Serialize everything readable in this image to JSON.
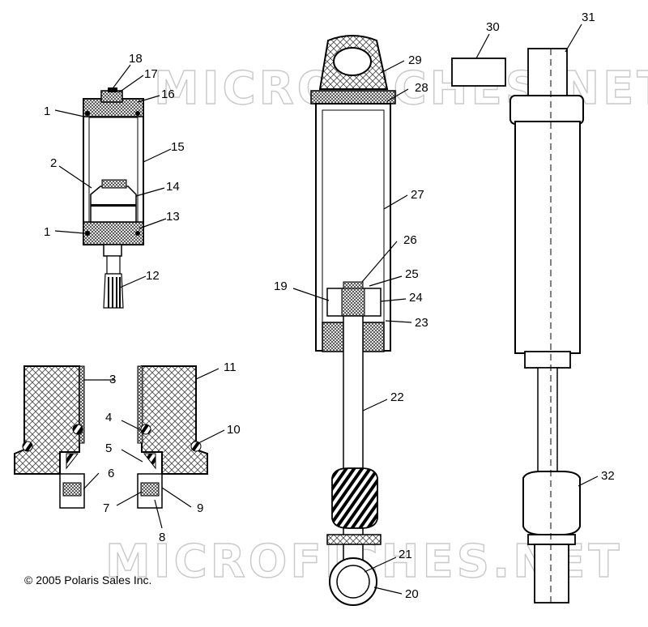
{
  "diagram": {
    "copyright": "© 2005 Polaris Sales Inc.",
    "watermark": "MICROFICHES.NET",
    "callouts": [
      "1",
      "2",
      "3",
      "4",
      "5",
      "6",
      "7",
      "8",
      "9",
      "10",
      "11",
      "12",
      "13",
      "14",
      "15",
      "16",
      "17",
      "18",
      "19",
      "20",
      "21",
      "22",
      "23",
      "24",
      "25",
      "26",
      "27",
      "28",
      "29",
      "30",
      "31",
      "32"
    ],
    "second_1": "1"
  }
}
